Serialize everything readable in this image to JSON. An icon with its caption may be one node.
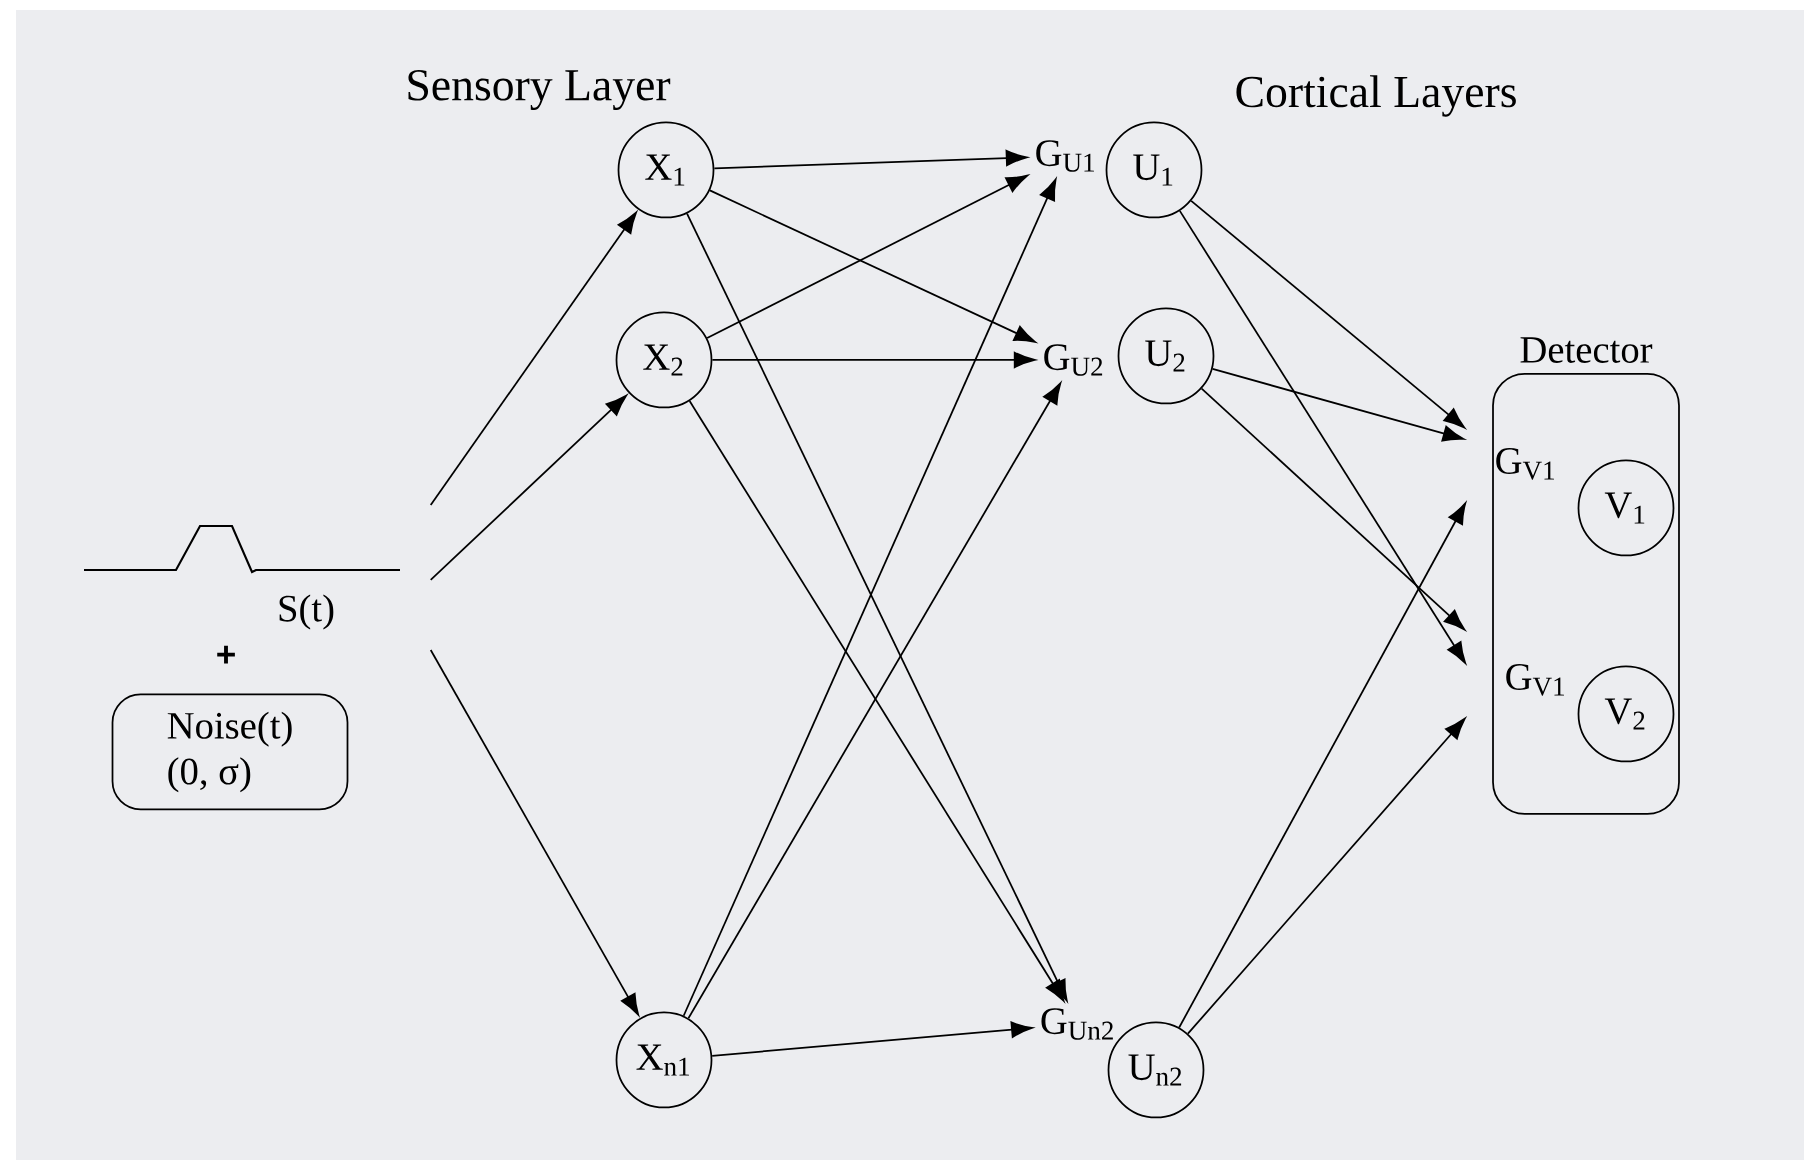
{
  "diagram": {
    "nodes": [
      {
        "text": [
          "S(t)"
        ]
      },
      {
        "text": [
          "Noise(t)",
          "(0, σ)"
        ]
      },
      {
        "text": [
          "X$_{1}$"
        ]
      },
      {
        "text": [
          "X$_{2}$"
        ]
      },
      {
        "text": [
          "X$_{n1}$"
        ]
      },
      {
        "text": [
          "G$_{U1}$"
        ]
      },
      {
        "text": [
          "U$_{1}$"
        ]
      },
      {
        "text": [
          "G$_{U2}$"
        ]
      },
      {
        "text": [
          "U$_{2}$"
        ]
      },
      {
        "text": [
          "G$_{Un2}$"
        ]
      },
      {
        "text": [
          "U$_{n2}$"
        ]
      },
      {
        "text": [
          "Detector"
        ]
      },
      {
        "text": [
          "G$_{V1}$"
        ],
        "in": 11
      },
      {
        "text": [
          "V$_{1}$"
        ],
        "in": 11
      },
      {
        "text": [
          "G$_{V1}$"
        ],
        "in": 11
      },
      {
        "text": [
          "V$_{2}$"
        ],
        "in": 11
      }
    ],
    "edges": [
      {
        "from": 0,
        "to": 2,
        "arrow": "to"
      },
      {
        "from": 0,
        "to": 3,
        "arrow": "to"
      },
      {
        "from": 0,
        "to": 4,
        "arrow": "to"
      },
      {
        "from": 2,
        "to": 5,
        "arrow": "to"
      },
      {
        "from": 2,
        "to": 7,
        "arrow": "to"
      },
      {
        "from": 2,
        "to": 9,
        "arrow": "to"
      },
      {
        "from": 3,
        "to": 5,
        "arrow": "to"
      },
      {
        "from": 3,
        "to": 7,
        "arrow": "to"
      },
      {
        "from": 3,
        "to": 9,
        "arrow": "to"
      },
      {
        "from": 4,
        "to": 5,
        "arrow": "to"
      },
      {
        "from": 4,
        "to": 7,
        "arrow": "to"
      },
      {
        "from": 4,
        "to": 9,
        "arrow": "to"
      },
      {
        "from": 6,
        "to": 12,
        "arrow": "to"
      },
      {
        "from": 6,
        "to": 14,
        "arrow": "to"
      },
      {
        "from": 8,
        "to": 12,
        "arrow": "to"
      },
      {
        "from": 8,
        "to": 14,
        "arrow": "to"
      },
      {
        "from": 10,
        "to": 12,
        "arrow": "to"
      },
      {
        "from": 10,
        "to": 14,
        "arrow": "to"
      }
    ],
    "labels": [
      "Sensory Layer",
      "Cortical Layers",
      "+"
    ]
  }
}
